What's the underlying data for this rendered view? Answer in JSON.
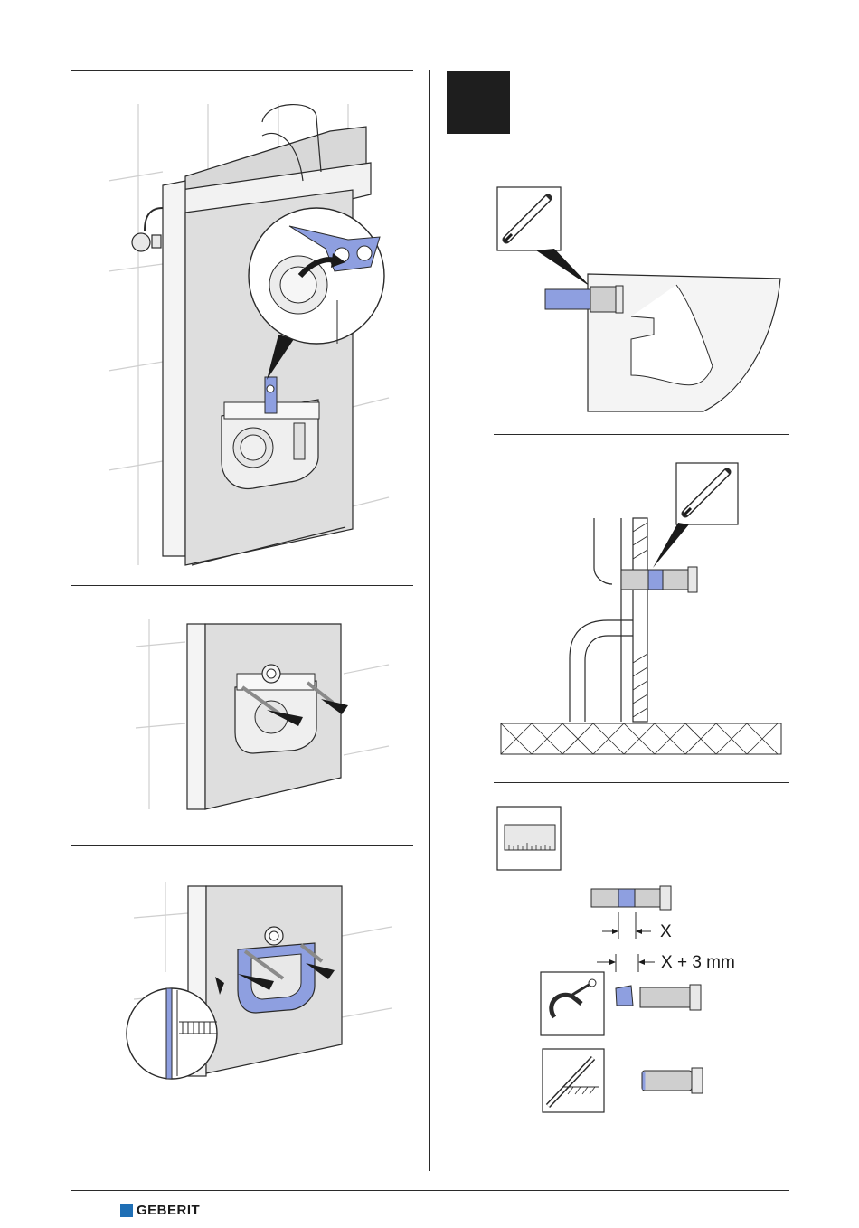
{
  "labels": {
    "measure_x": "X",
    "measure_x_plus": "X + 3 mm"
  },
  "brand": {
    "name": "GEBERIT",
    "color": "#1f6fb5"
  },
  "colors": {
    "panel_grey": "#dcdcdc",
    "highlight_blue": "#8e9fe0",
    "line": "#2a2a2a",
    "step_block": "#1e1e1e"
  },
  "icons": [
    "pencil-icon",
    "ruler-icon",
    "pipe-cutter-icon",
    "file-deburr-icon"
  ]
}
